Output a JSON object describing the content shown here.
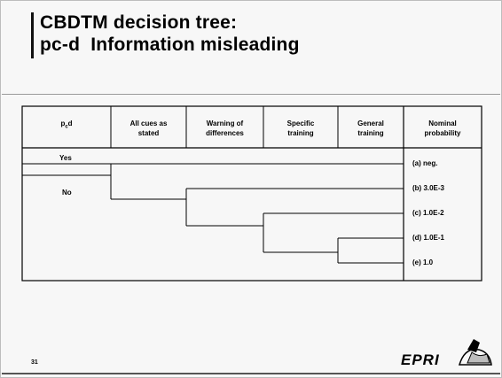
{
  "slide": {
    "title_line1": "CBDTM decision tree:",
    "title_line2": "pc-d  Information misleading",
    "page_number": "31",
    "logo_text": "EPRI"
  },
  "table": {
    "headers": [
      {
        "line1": "pcd",
        "line2": ""
      },
      {
        "line1": "All cues as",
        "line2": "stated"
      },
      {
        "line1": "Warning of",
        "line2": "differences"
      },
      {
        "line1": "Specific",
        "line2": "training"
      },
      {
        "line1": "General",
        "line2": "training"
      },
      {
        "line1": "Nominal",
        "line2": "probability"
      }
    ],
    "branches": {
      "yes": "Yes",
      "no": "No"
    },
    "outcomes": [
      "(a) neg.",
      "(b) 3.0E-3",
      "(c) 1.0E-2",
      "(d) 1.0E-1",
      "(e) 1.0"
    ]
  }
}
